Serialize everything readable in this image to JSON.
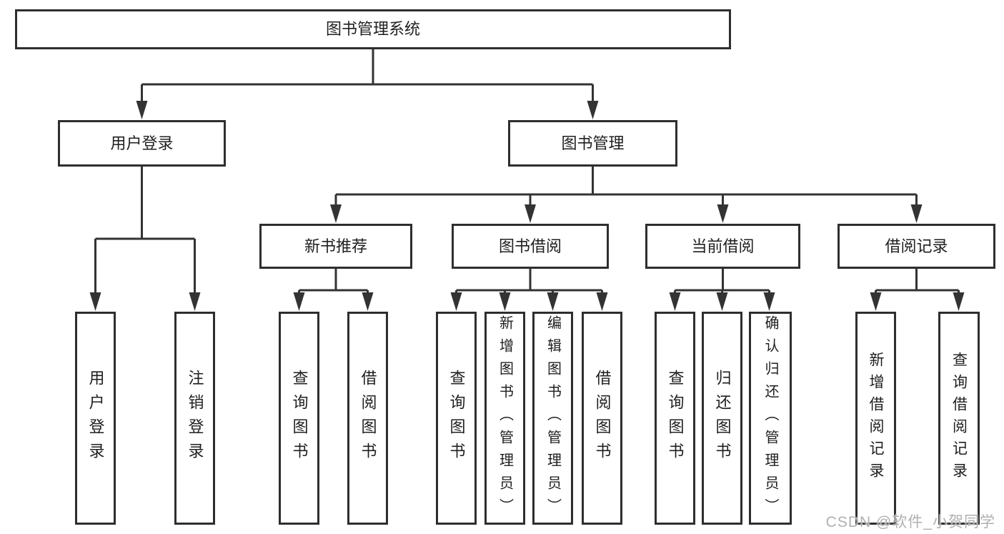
{
  "diagram_type": "functional-structure-tree",
  "tree": {
    "root": {
      "label": "图书管理系统",
      "children": [
        {
          "label": "用户登录",
          "children": [
            {
              "label": "用户登录"
            },
            {
              "label": "注销登录"
            }
          ]
        },
        {
          "label": "图书管理",
          "children": [
            {
              "label": "新书推荐",
              "children": [
                {
                  "label": "查询图书"
                },
                {
                  "label": "借阅图书"
                }
              ]
            },
            {
              "label": "图书借阅",
              "children": [
                {
                  "label": "查询图书"
                },
                {
                  "label": "新增图书（管理员）"
                },
                {
                  "label": "编辑图书（管理员）"
                },
                {
                  "label": "借阅图书"
                }
              ]
            },
            {
              "label": "当前借阅",
              "children": [
                {
                  "label": "查询图书"
                },
                {
                  "label": "归还图书"
                },
                {
                  "label": "确认归还（管理员）"
                }
              ]
            },
            {
              "label": "借阅记录",
              "children": [
                {
                  "label": "新增借阅记录"
                },
                {
                  "label": "查询借阅记录"
                }
              ]
            }
          ]
        }
      ]
    }
  },
  "watermark": {
    "text": "CSDN @软件_小贺同学"
  },
  "style": {
    "line_color": "#333333",
    "box_border_color": "#2e2e2e",
    "text_color": "#1f1f1f",
    "watermark_color": "#b0b0b0",
    "background_color": "#ffffff"
  }
}
